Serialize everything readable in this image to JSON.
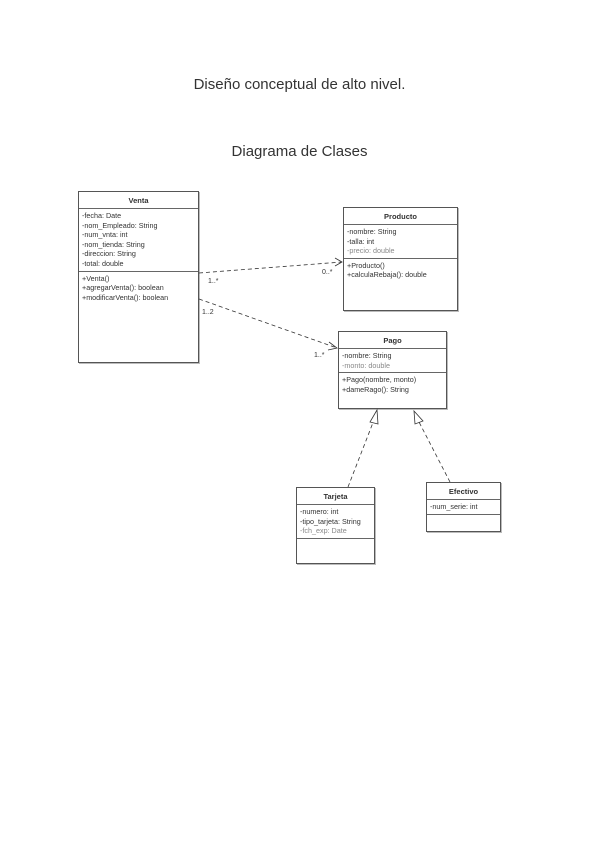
{
  "heading": "Diseño conceptual de alto nivel.",
  "subheading": "Diagrama de Clases",
  "classes": {
    "venta": {
      "name": "Venta",
      "attributes": [
        "-fecha: Date",
        "-nom_Empleado: String",
        "-num_vnta: int",
        "-nom_tienda: String",
        "-direccion: String",
        "-total: double"
      ],
      "methods": [
        "+Venta()",
        "+agregarVenta(): boolean",
        "+modificarVenta(): boolean"
      ]
    },
    "producto": {
      "name": "Producto",
      "attributes": [
        "-nombre: String",
        "-talla: int",
        "-precio: double"
      ],
      "methods": [
        "+Producto()",
        "+calculaRebaja(): double"
      ]
    },
    "pago": {
      "name": "Pago",
      "attributes": [
        "-nombre: String",
        "-monto: double"
      ],
      "methods": [
        "+Pago(nombre, monto)",
        "+dameRago(): String"
      ]
    },
    "tarjeta": {
      "name": "Tarjeta",
      "attributes": [
        "-numero: int",
        "-tipo_tarjeta: String",
        "-fch_exp: Date"
      ],
      "methods": []
    },
    "efectivo": {
      "name": "Efectivo",
      "attributes": [
        "-num_serie: int"
      ],
      "methods": []
    }
  },
  "multiplicities": {
    "venta_producto_source": "1..*",
    "venta_producto_target": "0..*",
    "venta_pago_source": "1..2",
    "venta_pago_target": "1..*"
  }
}
